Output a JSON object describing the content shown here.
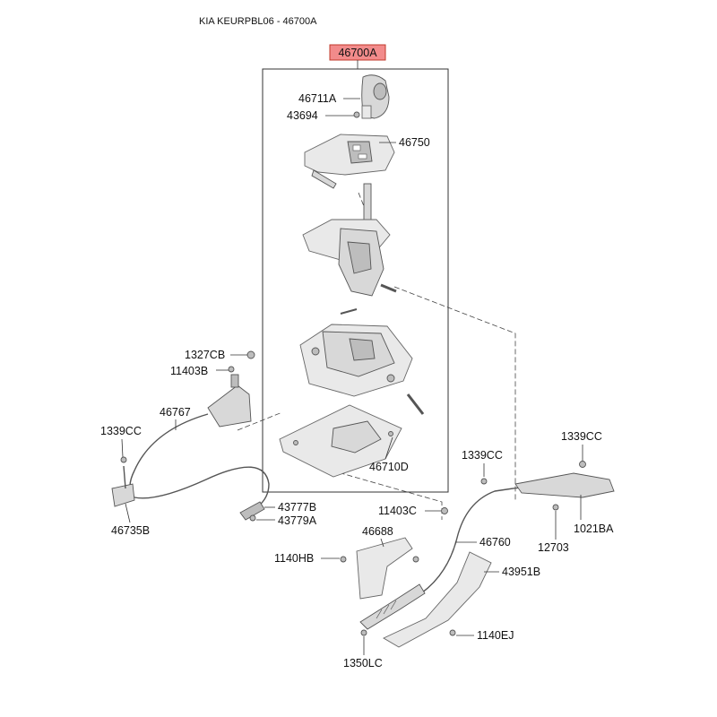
{
  "header": {
    "title": "KIA KEURPBL06 - 46700A"
  },
  "assembly": {
    "part_number": "46700A",
    "highlight_color": "#f28b8b"
  },
  "labels": {
    "p46711A": "46711A",
    "p43694": "43694",
    "p46750": "46750",
    "p1327CB": "1327CB",
    "p11403B": "11403B",
    "p46767": "46767",
    "p1339CC_left": "1339CC",
    "p46735B": "46735B",
    "p46710D": "46710D",
    "p43777B": "43777B",
    "p43779A": "43779A",
    "p11403C": "11403C",
    "p1339CC_mid": "1339CC",
    "p1339CC_right": "1339CC",
    "p1021BA": "1021BA",
    "p12703": "12703",
    "p46688": "46688",
    "p46760": "46760",
    "p1140HB": "1140HB",
    "p43951B": "43951B",
    "p1140EJ": "1140EJ",
    "p1350LC": "1350LC"
  }
}
